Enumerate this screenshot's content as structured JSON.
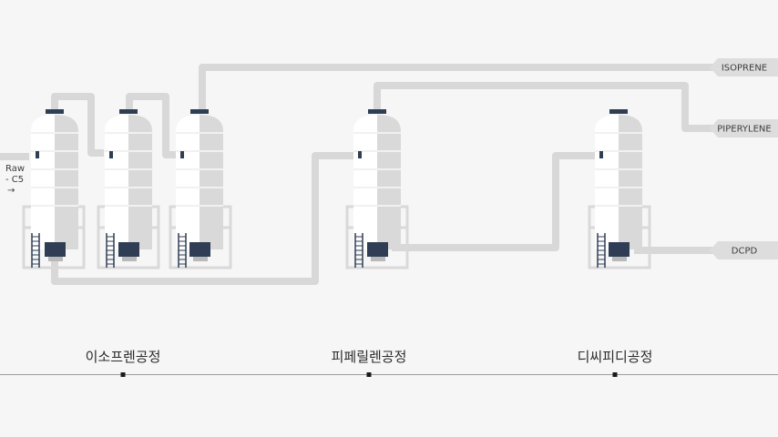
{
  "input": {
    "line1": "Raw",
    "line2": "- C5",
    "arrow": "→"
  },
  "outputs": [
    {
      "label": "ISOPRENE"
    },
    {
      "label": "PIPERYLENE"
    },
    {
      "label": "DCPD"
    }
  ],
  "stages": [
    {
      "label": "이소프렌공정"
    },
    {
      "label": "피페릴렌공정"
    },
    {
      "label": "디씨피디공정"
    }
  ],
  "colors": {
    "background": "#f6f6f6",
    "pipe": "#d8d8d8",
    "vessel_body": "#ffffff",
    "vessel_shadow": "#d9d9d9",
    "vessel_dark": "#2f3e54",
    "tag_background": "#dddddd",
    "timeline": "#9a9a9a"
  }
}
